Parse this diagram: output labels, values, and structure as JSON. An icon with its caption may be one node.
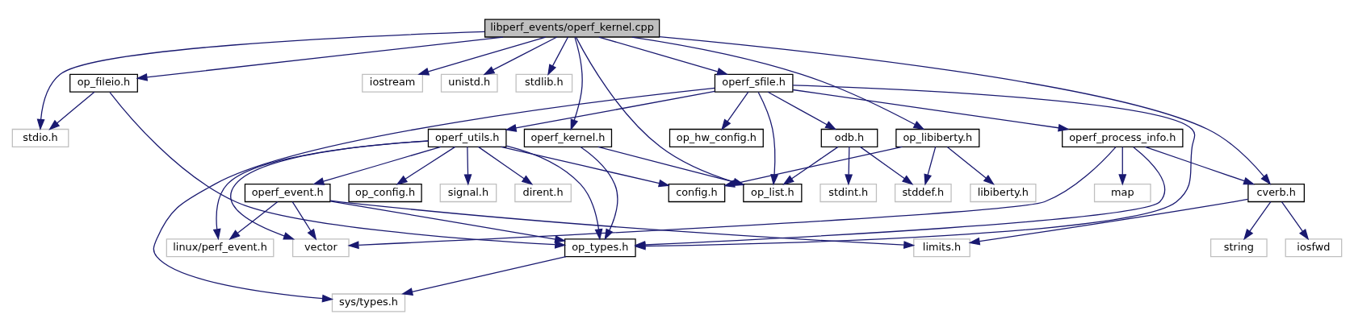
{
  "diagram": {
    "nodes": [
      {
        "text": [
          "libperf_events/operf_kernel.cpp"
        ]
      },
      {
        "text": [
          "op_fileio.h"
        ]
      },
      {
        "text": [
          "operf_sfile.h"
        ]
      },
      {
        "text": [
          "iostream"
        ]
      },
      {
        "text": [
          "unistd.h"
        ]
      },
      {
        "text": [
          "stdlib.h"
        ]
      },
      {
        "text": [
          "stdio.h"
        ]
      },
      {
        "text": [
          "operf_kernel.h"
        ]
      },
      {
        "text": [
          "op_hw_config.h"
        ]
      },
      {
        "text": [
          "operf_utils.h"
        ]
      },
      {
        "text": [
          "odb.h"
        ]
      },
      {
        "text": [
          "op_libiberty.h"
        ]
      },
      {
        "text": [
          "operf_process_info.h"
        ]
      },
      {
        "text": [
          "op_list.h"
        ]
      },
      {
        "text": [
          "op_config.h"
        ]
      },
      {
        "text": [
          "signal.h"
        ]
      },
      {
        "text": [
          "dirent.h"
        ]
      },
      {
        "text": [
          "operf_event.h"
        ]
      },
      {
        "text": [
          "stdint.h"
        ]
      },
      {
        "text": [
          "config.h"
        ]
      },
      {
        "text": [
          "stddef.h"
        ]
      },
      {
        "text": [
          "libiberty.h"
        ]
      },
      {
        "text": [
          "map"
        ]
      },
      {
        "text": [
          "cverb.h"
        ]
      },
      {
        "text": [
          "op_types.h"
        ]
      },
      {
        "text": [
          "linux/perf_event.h"
        ]
      },
      {
        "text": [
          "limits.h"
        ]
      },
      {
        "text": [
          "vector"
        ]
      },
      {
        "text": [
          "string"
        ]
      },
      {
        "text": [
          "iosfwd"
        ]
      },
      {
        "text": [
          "sys/types.h"
        ]
      }
    ],
    "edges": [
      {
        "from": 0,
        "to": 6,
        "arrow": "to"
      },
      {
        "from": 0,
        "to": 1,
        "arrow": "to"
      },
      {
        "from": 0,
        "to": 7,
        "arrow": "to"
      },
      {
        "from": 0,
        "to": 13,
        "arrow": "to"
      },
      {
        "from": 0,
        "to": 2,
        "arrow": "to"
      },
      {
        "from": 0,
        "to": 11,
        "arrow": "to"
      },
      {
        "from": 0,
        "to": 23,
        "arrow": "to"
      },
      {
        "from": 0,
        "to": 3,
        "arrow": "to"
      },
      {
        "from": 0,
        "to": 4,
        "arrow": "to"
      },
      {
        "from": 0,
        "to": 5,
        "arrow": "to"
      },
      {
        "from": 1,
        "to": 6,
        "arrow": "to"
      },
      {
        "from": 1,
        "to": 24,
        "arrow": "to"
      },
      {
        "from": 7,
        "to": 13,
        "arrow": "to"
      },
      {
        "from": 7,
        "to": 24,
        "arrow": "to"
      },
      {
        "from": 2,
        "to": 13,
        "arrow": "to"
      },
      {
        "from": 2,
        "to": 8,
        "arrow": "to"
      },
      {
        "from": 2,
        "to": 30,
        "arrow": "to"
      },
      {
        "from": 2,
        "to": 24,
        "arrow": "to"
      },
      {
        "from": 2,
        "to": 9,
        "arrow": "to"
      },
      {
        "from": 2,
        "to": 10,
        "arrow": "to"
      },
      {
        "from": 2,
        "to": 12,
        "arrow": "to"
      },
      {
        "from": 9,
        "to": 24,
        "arrow": "to"
      },
      {
        "from": 9,
        "to": 14,
        "arrow": "to"
      },
      {
        "from": 9,
        "to": 15,
        "arrow": "to"
      },
      {
        "from": 9,
        "to": 25,
        "arrow": "to"
      },
      {
        "from": 9,
        "to": 16,
        "arrow": "to"
      },
      {
        "from": 9,
        "to": 17,
        "arrow": "to"
      },
      {
        "from": 9,
        "to": 27,
        "arrow": "to"
      },
      {
        "from": 9,
        "to": 19,
        "arrow": "to"
      },
      {
        "from": 10,
        "to": 13,
        "arrow": "to"
      },
      {
        "from": 10,
        "to": 18,
        "arrow": "to"
      },
      {
        "from": 10,
        "to": 20,
        "arrow": "to"
      },
      {
        "from": 11,
        "to": 19,
        "arrow": "to"
      },
      {
        "from": 11,
        "to": 20,
        "arrow": "to"
      },
      {
        "from": 11,
        "to": 21,
        "arrow": "to"
      },
      {
        "from": 12,
        "to": 24,
        "arrow": "to"
      },
      {
        "from": 12,
        "to": 27,
        "arrow": "to"
      },
      {
        "from": 12,
        "to": 22,
        "arrow": "to"
      },
      {
        "from": 12,
        "to": 23,
        "arrow": "to"
      },
      {
        "from": 17,
        "to": 24,
        "arrow": "to"
      },
      {
        "from": 17,
        "to": 25,
        "arrow": "to"
      },
      {
        "from": 17,
        "to": 26,
        "arrow": "to"
      },
      {
        "from": 17,
        "to": 27,
        "arrow": "to"
      },
      {
        "from": 23,
        "to": 26,
        "arrow": "to"
      },
      {
        "from": 23,
        "to": 28,
        "arrow": "to"
      },
      {
        "from": 23,
        "to": 29,
        "arrow": "to"
      },
      {
        "from": 24,
        "to": 30,
        "arrow": "to"
      }
    ]
  }
}
